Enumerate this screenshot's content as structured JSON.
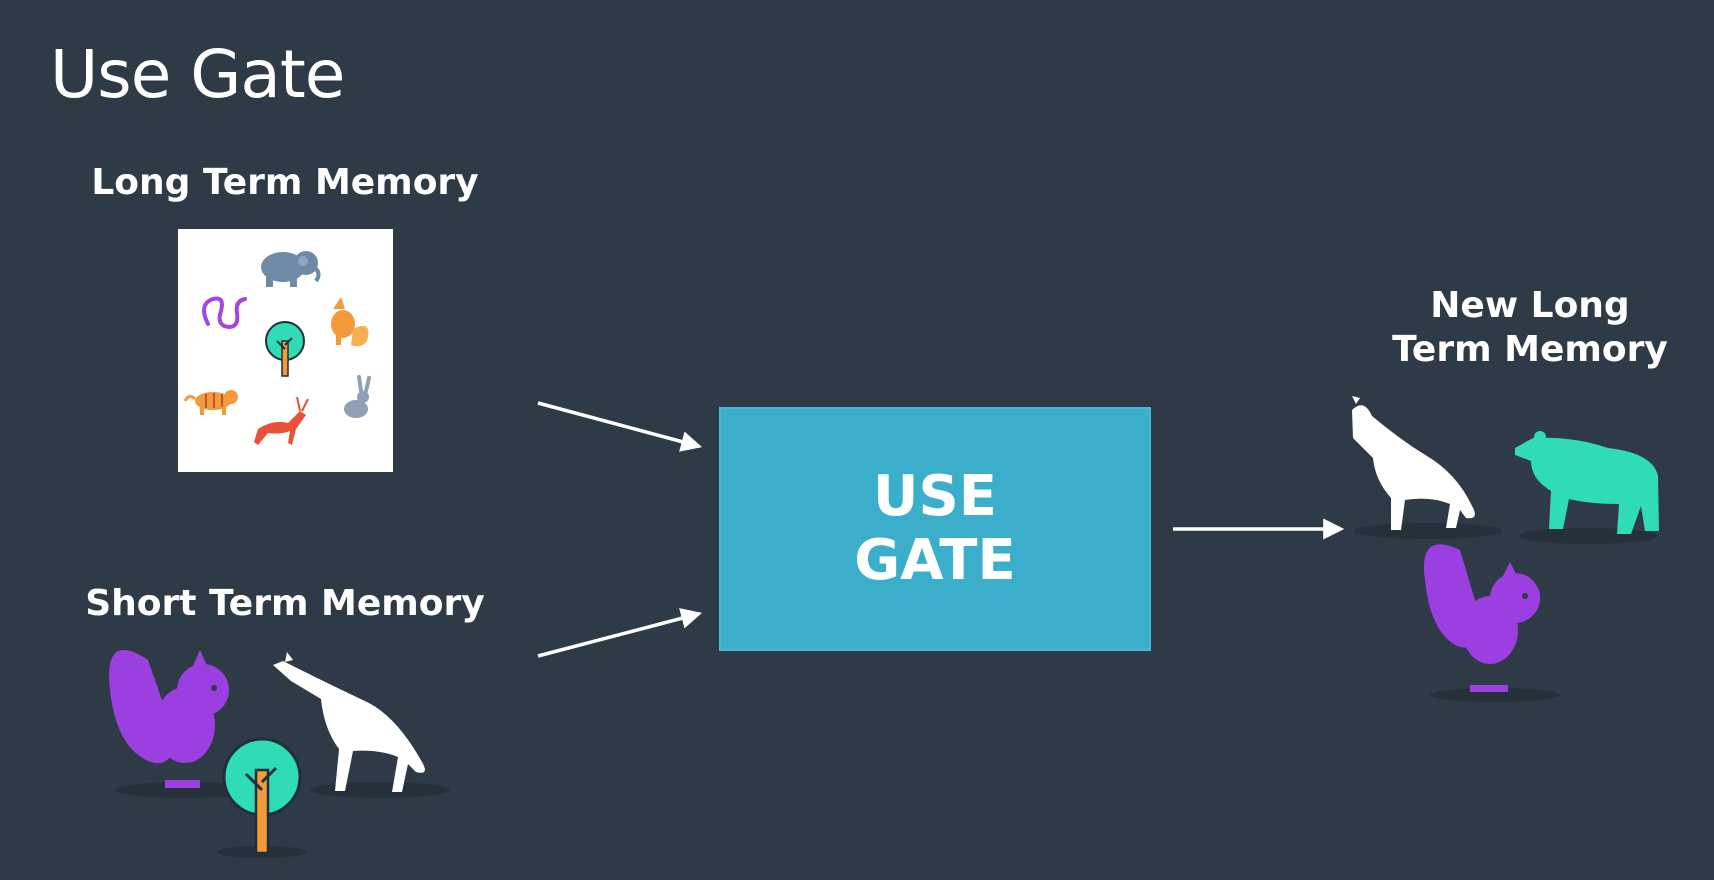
{
  "title": "Use Gate",
  "inputs": {
    "long_term_memory": "Long Term Memory",
    "short_term_memory": "Short Term Memory"
  },
  "gate": {
    "line1": "USE",
    "line2": "GATE"
  },
  "output": {
    "line1": "New Long",
    "line2": "Term Memory"
  },
  "colors": {
    "background": "#2f3a47",
    "gate": "#3aaecb",
    "purple": "#9b3fe0",
    "teal": "#2fdcb6",
    "orange": "#f29a3c"
  }
}
